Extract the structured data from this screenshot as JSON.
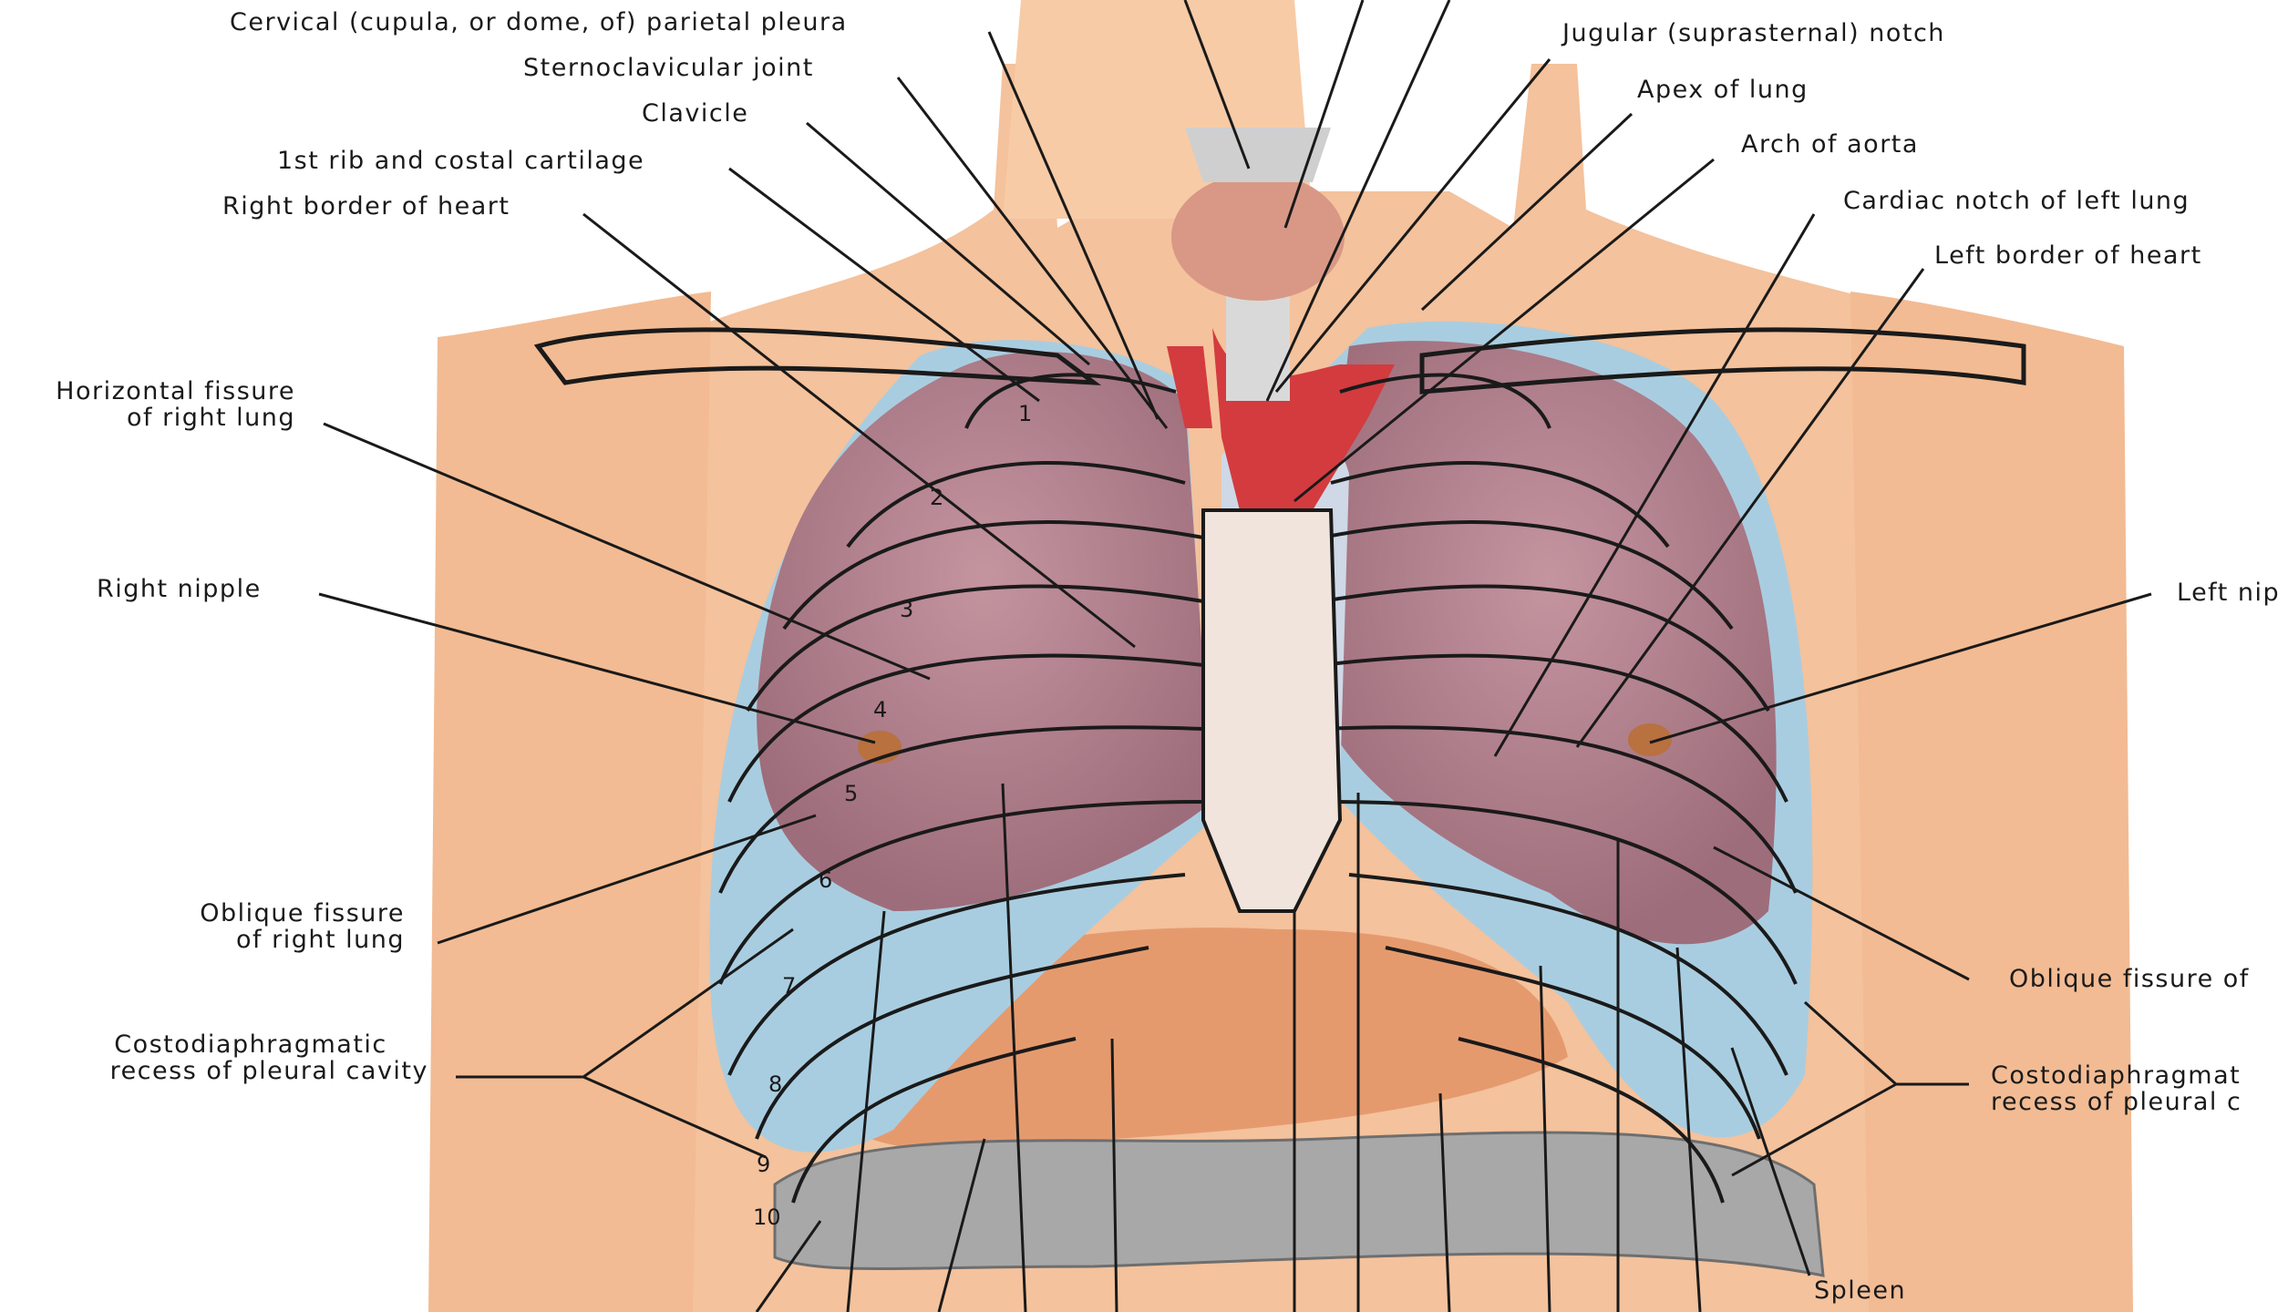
{
  "labels": {
    "cervical_pleura": "Cervical (cupula, or dome, of) parietal pleura",
    "sternoclavicular_joint": "Sternoclavicular joint",
    "clavicle": "Clavicle",
    "first_rib": "1st rib and costal cartilage",
    "right_border_heart": "Right border of heart",
    "horizontal_fissure_1": "Horizontal fissure",
    "horizontal_fissure_2": "of right lung",
    "right_nipple": "Right nipple",
    "oblique_fissure_right_1": "Oblique fissure",
    "oblique_fissure_right_2": "of right lung",
    "costo_recess_right_1": "Costodiaphragmatic",
    "costo_recess_right_2": "recess of pleural cavity",
    "jugular_notch": "Jugular (suprasternal) notch",
    "apex_of_lung": "Apex of lung",
    "arch_of_aorta": "Arch of aorta",
    "cardiac_notch": "Cardiac notch of left lung",
    "left_border_heart": "Left border of heart",
    "left_nipple": "Left nip",
    "oblique_fissure_left": "Oblique fissure of",
    "costo_recess_left_1": "Costodiaphragmat",
    "costo_recess_left_2": "recess of pleural c",
    "spleen": "Spleen"
  },
  "rib_numbers": [
    "1",
    "2",
    "3",
    "4",
    "5",
    "6",
    "7",
    "8",
    "9",
    "10"
  ],
  "colors": {
    "skin": "#f4c29c",
    "skin_shade": "#e59a6e",
    "lung": "#b98a95",
    "pleura": "#a9cde0",
    "heart": "#d33b3f",
    "thyroid": "#d99886",
    "trachea": "#d9d9d9",
    "colon": "#a0a0a0",
    "outline": "#1a1a1a"
  }
}
